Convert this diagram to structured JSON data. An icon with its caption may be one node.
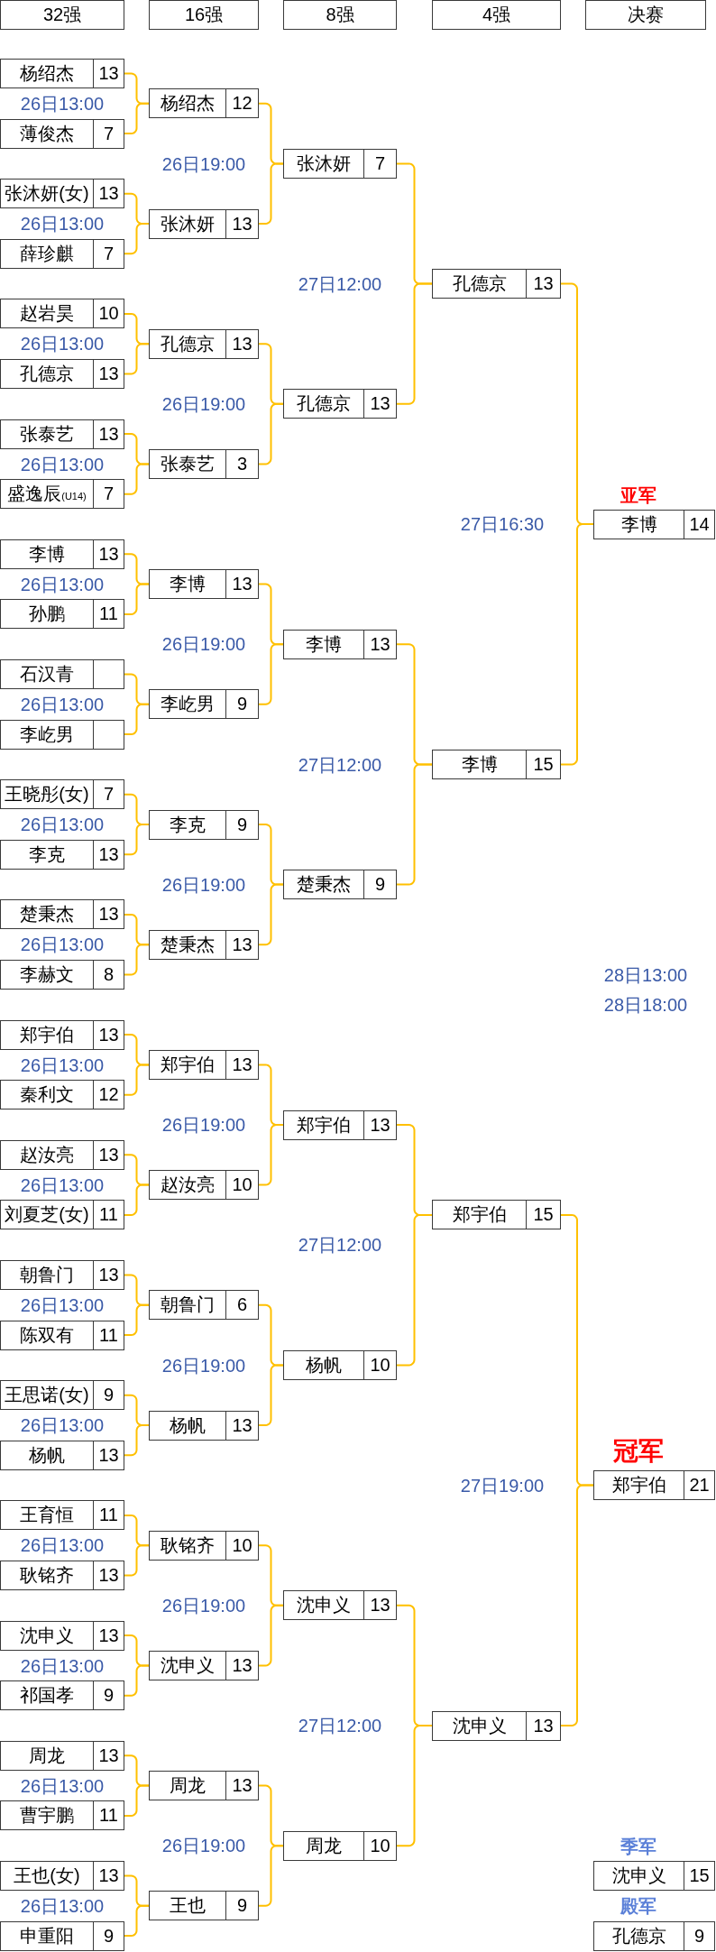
{
  "diagram": {
    "nodes": [
      {
        "text": [
          "32强"
        ]
      },
      {
        "text": [
          "16强"
        ]
      },
      {
        "text": [
          "8强"
        ]
      },
      {
        "text": [
          "4强"
        ]
      },
      {
        "text": [
          "决赛"
        ]
      },
      {
        "text": [
          "杨绍杰",
          "13"
        ]
      },
      {
        "text": [
          "薄俊杰",
          "7"
        ]
      },
      {
        "text": [
          "张沐妍(女)",
          "13"
        ]
      },
      {
        "text": [
          "薛珍麒",
          "7"
        ]
      },
      {
        "text": [
          "赵岩昊",
          "10"
        ]
      },
      {
        "text": [
          "孔德京",
          "13"
        ]
      },
      {
        "text": [
          "张泰艺",
          "13"
        ]
      },
      {
        "text": [
          "盛逸辰$_{(U14)}$",
          "7"
        ]
      },
      {
        "text": [
          "李博",
          "13"
        ]
      },
      {
        "text": [
          "孙鹏",
          "11"
        ]
      },
      {
        "text": [
          "石汉青"
        ]
      },
      {
        "text": [
          "李屹男"
        ]
      },
      {
        "text": [
          "王晓彤(女)",
          "7"
        ]
      },
      {
        "text": [
          "李克",
          "13"
        ]
      },
      {
        "text": [
          "楚秉杰",
          "13"
        ]
      },
      {
        "text": [
          "李赫文",
          "8"
        ]
      },
      {
        "text": [
          "郑宇伯",
          "13"
        ]
      },
      {
        "text": [
          "秦利文",
          "12"
        ]
      },
      {
        "text": [
          "赵汝亮",
          "13"
        ]
      },
      {
        "text": [
          "刘夏芝(女)",
          "11"
        ]
      },
      {
        "text": [
          "朝鲁门",
          "13"
        ]
      },
      {
        "text": [
          "陈双有",
          "11"
        ]
      },
      {
        "text": [
          "王思诺(女)",
          "9"
        ]
      },
      {
        "text": [
          "杨帆",
          "13"
        ]
      },
      {
        "text": [
          "王育恒",
          "11"
        ]
      },
      {
        "text": [
          "耿铭齐",
          "13"
        ]
      },
      {
        "text": [
          "沈申义",
          "13"
        ]
      },
      {
        "text": [
          "祁国孝",
          "9"
        ]
      },
      {
        "text": [
          "周龙",
          "13"
        ]
      },
      {
        "text": [
          "曹宇鹏",
          "11"
        ]
      },
      {
        "text": [
          "王也(女)",
          "13"
        ]
      },
      {
        "text": [
          "申重阳",
          "9"
        ]
      },
      {
        "text": [
          "杨绍杰",
          "12"
        ]
      },
      {
        "text": [
          "张沐妍",
          "13"
        ]
      },
      {
        "text": [
          "孔德京",
          "13"
        ]
      },
      {
        "text": [
          "张泰艺",
          "3"
        ]
      },
      {
        "text": [
          "李博",
          "13"
        ]
      },
      {
        "text": [
          "李屹男",
          "9"
        ]
      },
      {
        "text": [
          "李克",
          "9"
        ]
      },
      {
        "text": [
          "楚秉杰",
          "13"
        ]
      },
      {
        "text": [
          "郑宇伯",
          "13"
        ]
      },
      {
        "text": [
          "赵汝亮",
          "10"
        ]
      },
      {
        "text": [
          "朝鲁门",
          "6"
        ]
      },
      {
        "text": [
          "杨帆",
          "13"
        ]
      },
      {
        "text": [
          "耿铭齐",
          "10"
        ]
      },
      {
        "text": [
          "沈申义",
          "13"
        ]
      },
      {
        "text": [
          "周龙",
          "13"
        ]
      },
      {
        "text": [
          "王也",
          "9"
        ]
      },
      {
        "text": [
          "张沐妍",
          "7"
        ]
      },
      {
        "text": [
          "孔德京",
          "13"
        ]
      },
      {
        "text": [
          "李博",
          "13"
        ]
      },
      {
        "text": [
          "楚秉杰",
          "9"
        ]
      },
      {
        "text": [
          "郑宇伯",
          "13"
        ]
      },
      {
        "text": [
          "杨帆",
          "10"
        ]
      },
      {
        "text": [
          "沈申义",
          "13"
        ]
      },
      {
        "text": [
          "周龙",
          "10"
        ]
      },
      {
        "text": [
          "孔德京",
          "13"
        ]
      },
      {
        "text": [
          "李博",
          "15"
        ]
      },
      {
        "text": [
          "郑宇伯",
          "15"
        ]
      },
      {
        "text": [
          "沈申义",
          "13"
        ]
      },
      {
        "text": [
          "李博",
          "14"
        ],
        "beside": [
          "亚军"
        ]
      },
      {
        "text": [
          "郑宇伯",
          "21"
        ],
        "beside": [
          "冠军"
        ]
      },
      {
        "text": [
          "沈申义",
          "15"
        ],
        "beside": [
          "季军"
        ]
      },
      {
        "text": [
          "孔德京",
          "9"
        ],
        "beside": [
          "殿军"
        ]
      }
    ],
    "edges": [
      {
        "from": 5,
        "to": 37,
        "arrow": "none"
      },
      {
        "from": 6,
        "to": 37,
        "arrow": "none"
      },
      {
        "from": 7,
        "to": 38,
        "arrow": "none"
      },
      {
        "from": 8,
        "to": 38,
        "arrow": "none"
      },
      {
        "from": 9,
        "to": 39,
        "arrow": "none"
      },
      {
        "from": 10,
        "to": 39,
        "arrow": "none"
      },
      {
        "from": 11,
        "to": 40,
        "arrow": "none"
      },
      {
        "from": 12,
        "to": 40,
        "arrow": "none"
      },
      {
        "from": 13,
        "to": 41,
        "arrow": "none"
      },
      {
        "from": 14,
        "to": 41,
        "arrow": "none"
      },
      {
        "from": 15,
        "to": 42,
        "arrow": "none"
      },
      {
        "from": 16,
        "to": 42,
        "arrow": "none"
      },
      {
        "from": 17,
        "to": 43,
        "arrow": "none"
      },
      {
        "from": 18,
        "to": 43,
        "arrow": "none"
      },
      {
        "from": 19,
        "to": 44,
        "arrow": "none"
      },
      {
        "from": 20,
        "to": 44,
        "arrow": "none"
      },
      {
        "from": 21,
        "to": 45,
        "arrow": "none"
      },
      {
        "from": 22,
        "to": 45,
        "arrow": "none"
      },
      {
        "from": 23,
        "to": 46,
        "arrow": "none"
      },
      {
        "from": 24,
        "to": 46,
        "arrow": "none"
      },
      {
        "from": 25,
        "to": 47,
        "arrow": "none"
      },
      {
        "from": 26,
        "to": 47,
        "arrow": "none"
      },
      {
        "from": 27,
        "to": 48,
        "arrow": "none"
      },
      {
        "from": 28,
        "to": 48,
        "arrow": "none"
      },
      {
        "from": 29,
        "to": 49,
        "arrow": "none"
      },
      {
        "from": 30,
        "to": 49,
        "arrow": "none"
      },
      {
        "from": 31,
        "to": 50,
        "arrow": "none"
      },
      {
        "from": 32,
        "to": 50,
        "arrow": "none"
      },
      {
        "from": 33,
        "to": 51,
        "arrow": "none"
      },
      {
        "from": 34,
        "to": 51,
        "arrow": "none"
      },
      {
        "from": 35,
        "to": 52,
        "arrow": "none"
      },
      {
        "from": 36,
        "to": 52,
        "arrow": "none"
      },
      {
        "from": 37,
        "to": 53,
        "arrow": "none"
      },
      {
        "from": 38,
        "to": 53,
        "arrow": "none"
      },
      {
        "from": 39,
        "to": 54,
        "arrow": "none"
      },
      {
        "from": 40,
        "to": 54,
        "arrow": "none"
      },
      {
        "from": 41,
        "to": 55,
        "arrow": "none"
      },
      {
        "from": 42,
        "to": 55,
        "arrow": "none"
      },
      {
        "from": 43,
        "to": 56,
        "arrow": "none"
      },
      {
        "from": 44,
        "to": 56,
        "arrow": "none"
      },
      {
        "from": 45,
        "to": 57,
        "arrow": "none"
      },
      {
        "from": 46,
        "to": 57,
        "arrow": "none"
      },
      {
        "from": 47,
        "to": 58,
        "arrow": "none"
      },
      {
        "from": 48,
        "to": 58,
        "arrow": "none"
      },
      {
        "from": 49,
        "to": 59,
        "arrow": "none"
      },
      {
        "from": 50,
        "to": 59,
        "arrow": "none"
      },
      {
        "from": 51,
        "to": 60,
        "arrow": "none"
      },
      {
        "from": 52,
        "to": 60,
        "arrow": "none"
      },
      {
        "from": 53,
        "to": 61,
        "arrow": "none"
      },
      {
        "from": 54,
        "to": 61,
        "arrow": "none"
      },
      {
        "from": 55,
        "to": 62,
        "arrow": "none"
      },
      {
        "from": 56,
        "to": 62,
        "arrow": "none"
      },
      {
        "from": 57,
        "to": 63,
        "arrow": "none"
      },
      {
        "from": 58,
        "to": 63,
        "arrow": "none"
      },
      {
        "from": 59,
        "to": 64,
        "arrow": "none"
      },
      {
        "from": 60,
        "to": 64,
        "arrow": "none"
      },
      {
        "from": 61,
        "to": 65,
        "arrow": "none"
      },
      {
        "from": 62,
        "to": 65,
        "arrow": "none"
      },
      {
        "from": 63,
        "to": 66,
        "arrow": "none"
      },
      {
        "from": 64,
        "to": 66,
        "arrow": "none"
      }
    ],
    "labels": [
      "26日13:00",
      "26日13:00",
      "26日13:00",
      "26日13:00",
      "26日13:00",
      "26日13:00",
      "26日13:00",
      "26日13:00",
      "26日13:00",
      "26日13:00",
      "26日13:00",
      "26日13:00",
      "26日13:00",
      "26日13:00",
      "26日13:00",
      "26日13:00",
      "26日19:00",
      "26日19:00",
      "26日19:00",
      "26日19:00",
      "26日19:00",
      "26日19:00",
      "26日19:00",
      "26日19:00",
      "27日12:00",
      "27日12:00",
      "27日12:00",
      "27日12:00",
      "27日16:30",
      "27日19:00",
      "28日13:00",
      "28日18:00"
    ]
  }
}
